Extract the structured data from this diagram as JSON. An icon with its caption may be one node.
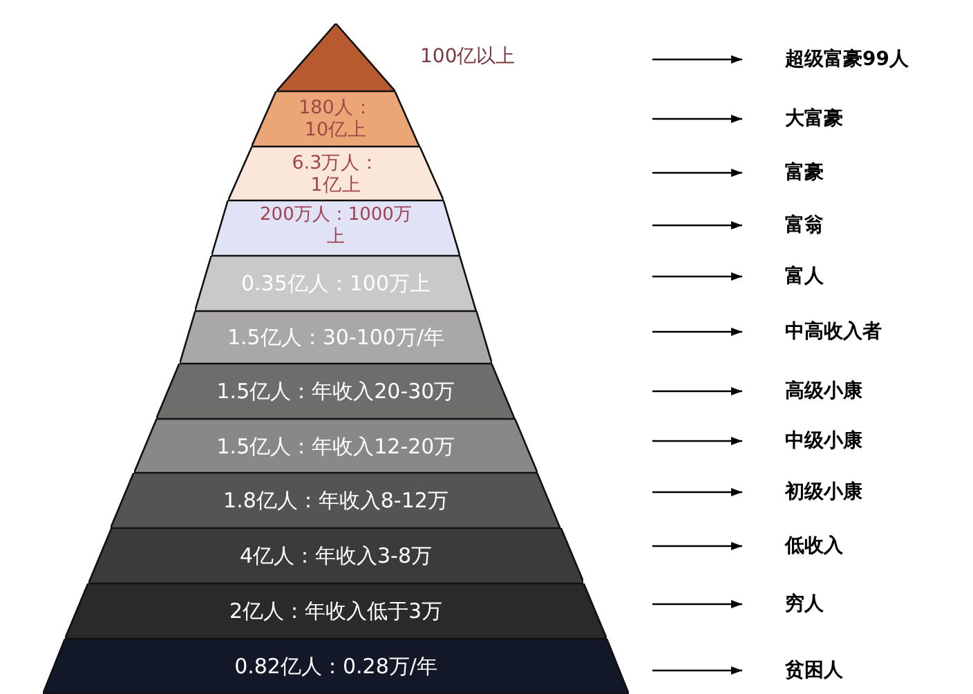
{
  "diagram": {
    "nodes": [
      {
        "text": [
          "100亿以上"
        ]
      },
      {
        "text": [
          "180人：10亿上"
        ]
      },
      {
        "text": [
          "6.3万人：1亿上"
        ]
      },
      {
        "text": [
          "200万人：1000万上"
        ]
      },
      {
        "text": [
          "0.35亿人：100万上"
        ]
      },
      {
        "text": [
          "1.5亿人：30-100万/年"
        ]
      },
      {
        "text": [
          "1.5亿人：年收入20-30万"
        ]
      },
      {
        "text": [
          "1.5亿人：年收入12-20万"
        ]
      },
      {
        "text": [
          "1.8亿人：年收入8-12万"
        ]
      },
      {
        "text": [
          "4亿人：年收入3-8万"
        ]
      },
      {
        "text": [
          "2亿人：年收入低于3万"
        ]
      },
      {
        "text": [
          "0.82亿人：0.28万/年"
        ]
      },
      {
        "text": [
          "超级富豪99人"
        ]
      },
      {
        "text": [
          "大富豪"
        ]
      },
      {
        "text": [
          "富豪"
        ]
      },
      {
        "text": [
          "富翁"
        ]
      },
      {
        "text": [
          "富人"
        ]
      },
      {
        "text": [
          "中高收入者"
        ]
      },
      {
        "text": [
          "高级小康"
        ]
      },
      {
        "text": [
          "中级小康"
        ]
      },
      {
        "text": [
          "初级小康"
        ]
      },
      {
        "text": [
          "低收入"
        ]
      },
      {
        "text": [
          "穷人"
        ]
      },
      {
        "text": [
          "贫困人"
        ]
      }
    ],
    "edges": [
      {
        "from": null,
        "to": 12,
        "arrow": "to"
      },
      {
        "from": null,
        "to": 13,
        "arrow": "to"
      },
      {
        "from": null,
        "to": 14,
        "arrow": "to"
      },
      {
        "from": null,
        "to": 15,
        "arrow": "to"
      },
      {
        "from": null,
        "to": 16,
        "arrow": "to"
      },
      {
        "from": null,
        "to": 17,
        "arrow": "to"
      },
      {
        "from": null,
        "to": 18,
        "arrow": "to"
      },
      {
        "from": null,
        "to": 19,
        "arrow": "to"
      },
      {
        "from": null,
        "to": 20,
        "arrow": "to"
      },
      {
        "from": null,
        "to": 21,
        "arrow": "to"
      },
      {
        "from": null,
        "to": 22,
        "arrow": "to"
      },
      {
        "from": null,
        "to": 23,
        "arrow": "to"
      }
    ]
  }
}
